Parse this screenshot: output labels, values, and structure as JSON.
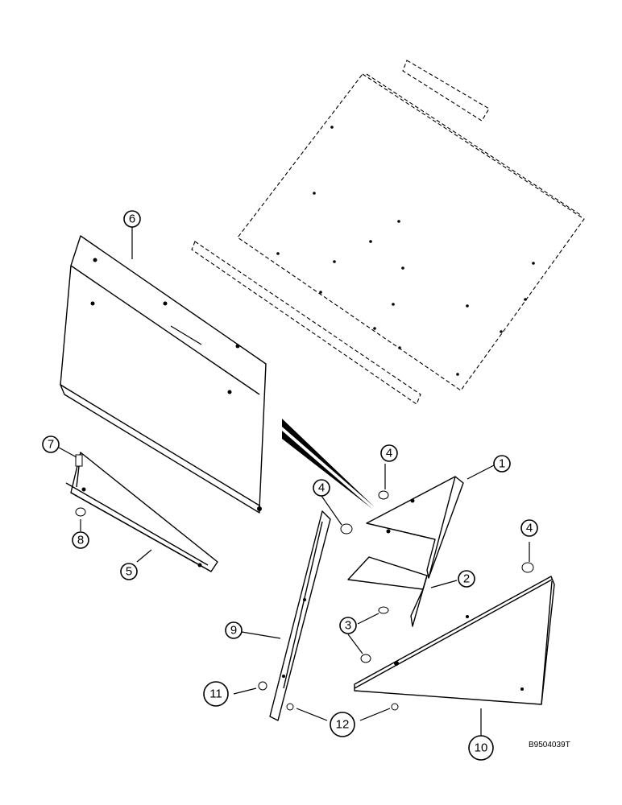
{
  "diagram": {
    "reference_code": "B9504039T",
    "callouts": [
      {
        "id": "callout-1",
        "label": "1"
      },
      {
        "id": "callout-2",
        "label": "2"
      },
      {
        "id": "callout-3",
        "label": "3"
      },
      {
        "id": "callout-4a",
        "label": "4"
      },
      {
        "id": "callout-4b",
        "label": "4"
      },
      {
        "id": "callout-4c",
        "label": "4"
      },
      {
        "id": "callout-5",
        "label": "5"
      },
      {
        "id": "callout-6",
        "label": "6"
      },
      {
        "id": "callout-7",
        "label": "7"
      },
      {
        "id": "callout-8",
        "label": "8"
      },
      {
        "id": "callout-9",
        "label": "9"
      },
      {
        "id": "callout-10",
        "label": "10"
      },
      {
        "id": "callout-11",
        "label": "11"
      },
      {
        "id": "callout-12",
        "label": "12"
      }
    ]
  }
}
